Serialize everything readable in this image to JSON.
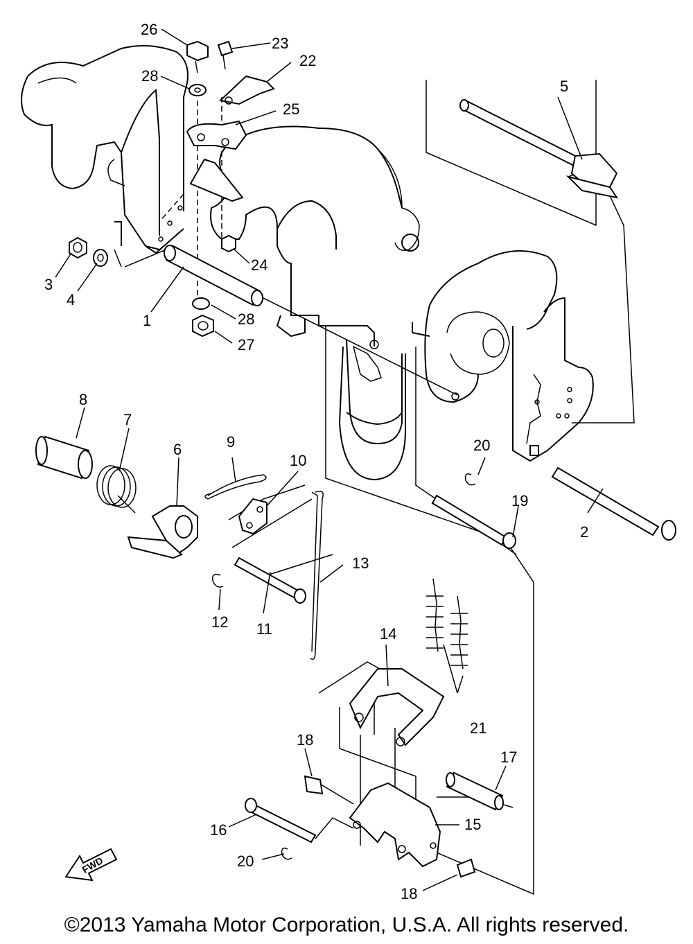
{
  "copyright": "©2013 Yamaha Motor Corporation, U.S.A. All rights reserved.",
  "fwd_label": "FWD",
  "callouts": {
    "p1": "1",
    "p2": "2",
    "p3": "3",
    "p4": "4",
    "p5": "5",
    "p6": "6",
    "p7": "7",
    "p8": "8",
    "p9": "9",
    "p10": "10",
    "p11": "11",
    "p12": "12",
    "p13": "13",
    "p14": "14",
    "p15": "15",
    "p16": "16",
    "p17": "17",
    "p18a": "18",
    "p18b": "18",
    "p19": "19",
    "p20a": "20",
    "p20b": "20",
    "p21": "21",
    "p22": "22",
    "p23": "23",
    "p24": "24",
    "p25": "25",
    "p26": "26",
    "p27": "27",
    "p28a": "28",
    "p28b": "28"
  }
}
